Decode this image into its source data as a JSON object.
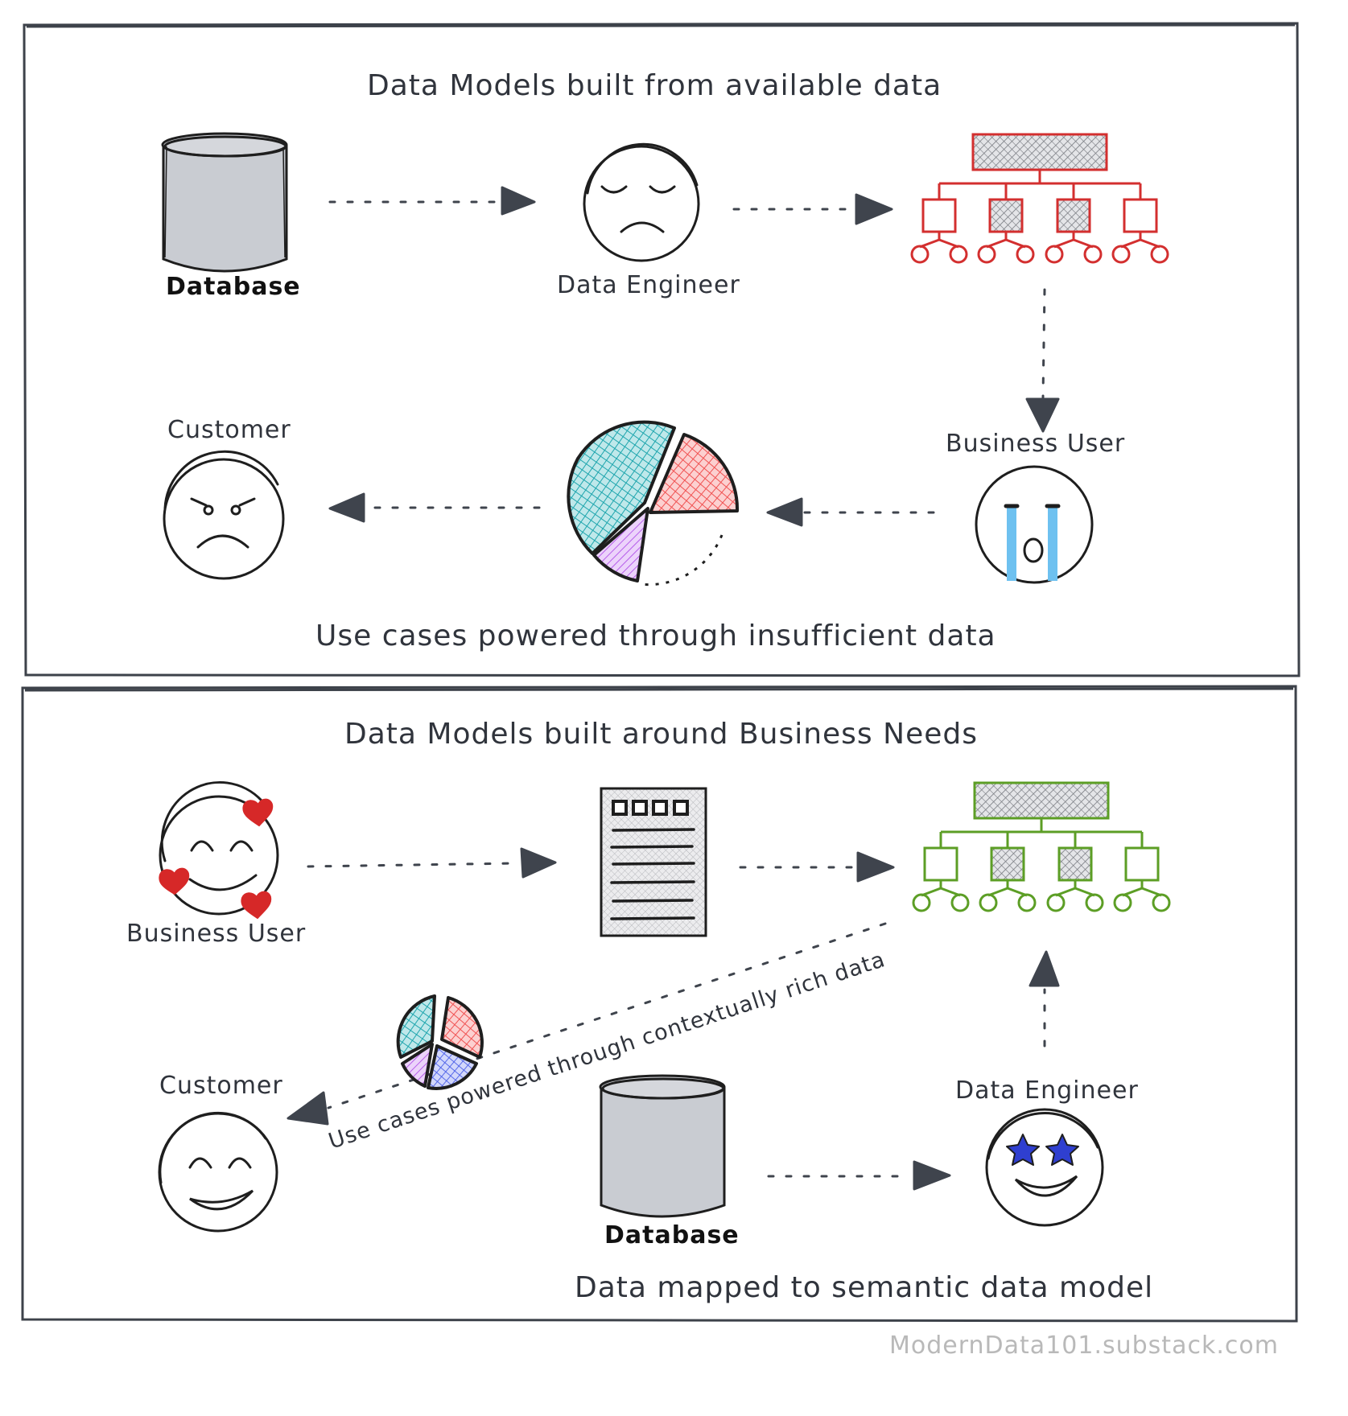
{
  "panels": [
    {
      "title": "Data Models built from available data",
      "caption": "Use cases powered through insufficient data",
      "labels": {
        "database": "Database",
        "engineer": "Data Engineer",
        "business_user": "Business User",
        "customer": "Customer"
      },
      "tree_color": "#d32f2f"
    },
    {
      "title": "Data Models built around Business Needs",
      "caption": "Data mapped to semantic data model",
      "diagonal_caption": "Use cases powered through contextually rich data",
      "labels": {
        "business_user": "Business User",
        "customer": "Customer",
        "database": "Database",
        "engineer": "Data Engineer"
      },
      "tree_color": "#5c9e25"
    }
  ],
  "footer": "ModernData101.substack.com",
  "colors": {
    "stroke": "#1e1e1e",
    "arrow": "#3f444d",
    "cylinder_fill": "#c9ccd2",
    "pie_teal": "#1ea5ad",
    "pie_red": "#f05252",
    "pie_purple": "#b04fe8",
    "pie_blue": "#4a5ee8",
    "tears": "#6ec1f0",
    "hearts": "#d62828",
    "stars": "#2f3fd0"
  },
  "icons": [
    "database-icon",
    "sad-face-icon",
    "hierarchy-tree-icon",
    "crying-face-icon",
    "pie-chart-icon",
    "angry-face-icon",
    "love-face-icon",
    "document-icon",
    "happy-face-icon",
    "star-eyes-face-icon"
  ]
}
